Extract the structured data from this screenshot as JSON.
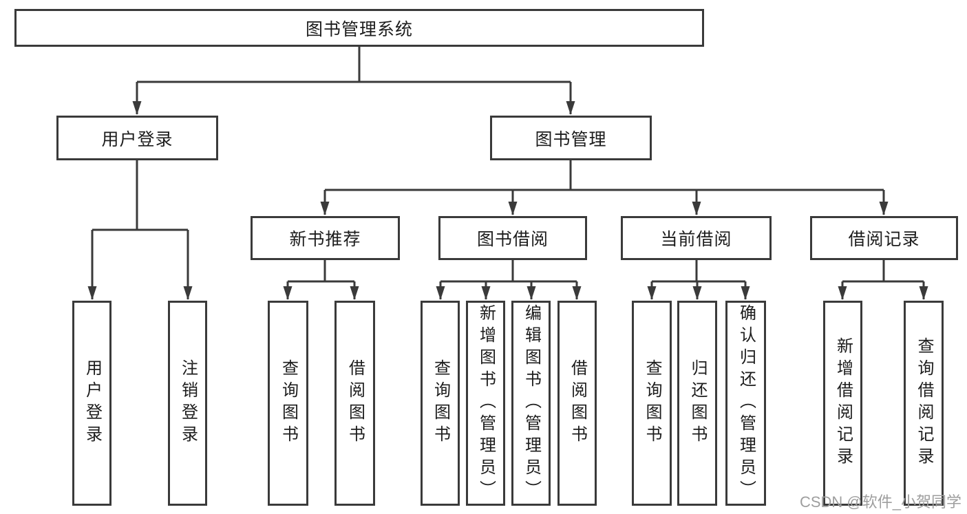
{
  "colors": {
    "background": "#ffffff",
    "line": "#3a3a3a",
    "box_border": "#3a3a3a",
    "text": "#1c1c1c",
    "watermark": "#9e9e9e"
  },
  "watermark": {
    "text": "CSDN @软件_小贺同学"
  },
  "tree": {
    "label": "图书管理系统",
    "children": [
      {
        "label": "用户登录",
        "children": [
          {
            "label": "用户登录"
          },
          {
            "label": "注销登录"
          }
        ]
      },
      {
        "label": "图书管理",
        "children": [
          {
            "label": "新书推荐",
            "children": [
              {
                "label": "查询图书"
              },
              {
                "label": "借阅图书"
              }
            ]
          },
          {
            "label": "图书借阅",
            "children": [
              {
                "label": "查询图书"
              },
              {
                "label": "新增图书（管理员）"
              },
              {
                "label": "编辑图书（管理员）"
              },
              {
                "label": "借阅图书"
              }
            ]
          },
          {
            "label": "当前借阅",
            "children": [
              {
                "label": "查询图书"
              },
              {
                "label": "归还图书"
              },
              {
                "label": "确认归还（管理员）"
              }
            ]
          },
          {
            "label": "借阅记录",
            "children": [
              {
                "label": "新增借阅记录"
              },
              {
                "label": "查询借阅记录"
              }
            ]
          }
        ]
      }
    ]
  }
}
